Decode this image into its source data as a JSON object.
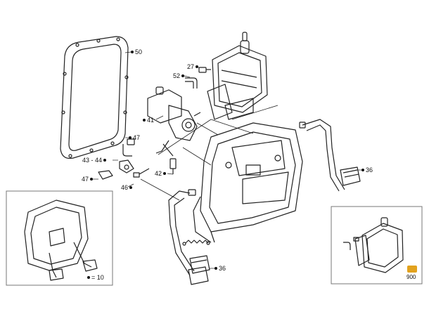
{
  "callouts": [
    {
      "id": "50",
      "text": "50",
      "dot": true
    },
    {
      "id": "27",
      "text": "27",
      "dot": true
    },
    {
      "id": "52",
      "text": "52",
      "dot": true
    },
    {
      "id": "41",
      "text": "41",
      "dot": true
    },
    {
      "id": "47a",
      "text": "47",
      "dot": true
    },
    {
      "id": "43-44",
      "text": "43 - 44",
      "dot": true
    },
    {
      "id": "47b",
      "text": "47",
      "dot": true
    },
    {
      "id": "42",
      "text": "42",
      "dot": true
    },
    {
      "id": "46",
      "text": "46",
      "dot": true
    },
    {
      "id": "36a",
      "text": "36",
      "dot": true
    },
    {
      "id": "36b",
      "text": "36",
      "dot": true
    },
    {
      "id": "10",
      "text": "= 10",
      "dot": true
    }
  ],
  "badge": {
    "number": "900",
    "color": "#e2a21e"
  }
}
